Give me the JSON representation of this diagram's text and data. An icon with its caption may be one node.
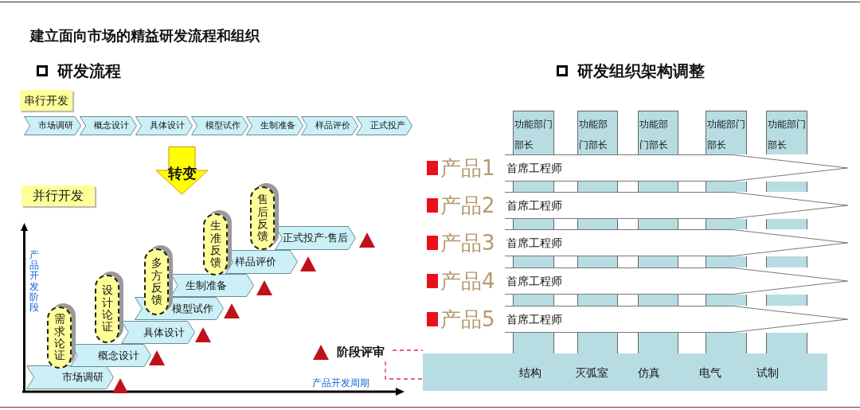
{
  "diagram": {
    "title": "建立面向市场的精益研发流程和组织",
    "nodes": [
      {
        "text": [
          "串行开发"
        ]
      },
      {
        "text": [
          "市场调研"
        ]
      },
      {
        "text": [
          "概念设计"
        ]
      },
      {
        "text": [
          "具体设计"
        ]
      },
      {
        "text": [
          "模型试作"
        ]
      },
      {
        "text": [
          "生制准备"
        ]
      },
      {
        "text": [
          "样品评价"
        ]
      },
      {
        "text": [
          "正式投产"
        ]
      },
      {
        "text": [
          "转变"
        ]
      },
      {
        "text": [
          "并行开发"
        ]
      },
      {
        "text": [
          "市场调研"
        ]
      },
      {
        "text": [
          "概念设计"
        ]
      },
      {
        "text": [
          "具体设计"
        ]
      },
      {
        "text": [
          "模型试作"
        ]
      },
      {
        "text": [
          "生制准备"
        ]
      },
      {
        "text": [
          "样品评价"
        ]
      },
      {
        "text": [
          "正式投产·售后"
        ]
      },
      {
        "text": [
          "需求论证"
        ]
      },
      {
        "text": [
          "设计论证"
        ]
      },
      {
        "text": [
          "多方反馈"
        ]
      },
      {
        "text": [
          "生准反馈"
        ]
      },
      {
        "text": [
          "售后反馈"
        ]
      },
      {
        "text": [
          "阶段评审"
        ]
      },
      {
        "text": [
          "功能部门部长"
        ]
      },
      {
        "text": [
          "功能部门部长"
        ]
      },
      {
        "text": [
          "功能部门部长"
        ]
      },
      {
        "text": [
          "功能部门部长"
        ]
      },
      {
        "text": [
          "功能部门部长"
        ]
      },
      {
        "text": [
          "首席工程师"
        ],
        "beside": [
          "产品1"
        ]
      },
      {
        "text": [
          "首席工程师"
        ],
        "beside": [
          "产品2"
        ]
      },
      {
        "text": [
          "首席工程师"
        ],
        "beside": [
          "产品3"
        ]
      },
      {
        "text": [
          "首席工程师"
        ],
        "beside": [
          "产品4"
        ]
      },
      {
        "text": [
          "首席工程师"
        ],
        "beside": [
          "产品5"
        ]
      },
      {
        "text": [
          "结构",
          "灭弧室",
          "仿真",
          "电气",
          "试制"
        ]
      }
    ],
    "edges": [
      {
        "from": 22,
        "to": 33,
        "arrow": "none",
        "style": "dashed",
        "color": "#e0304a"
      }
    ],
    "labels": [
      "研发流程",
      "研发组织架构调整",
      "产品开发阶段",
      "产品开发周期"
    ]
  }
}
